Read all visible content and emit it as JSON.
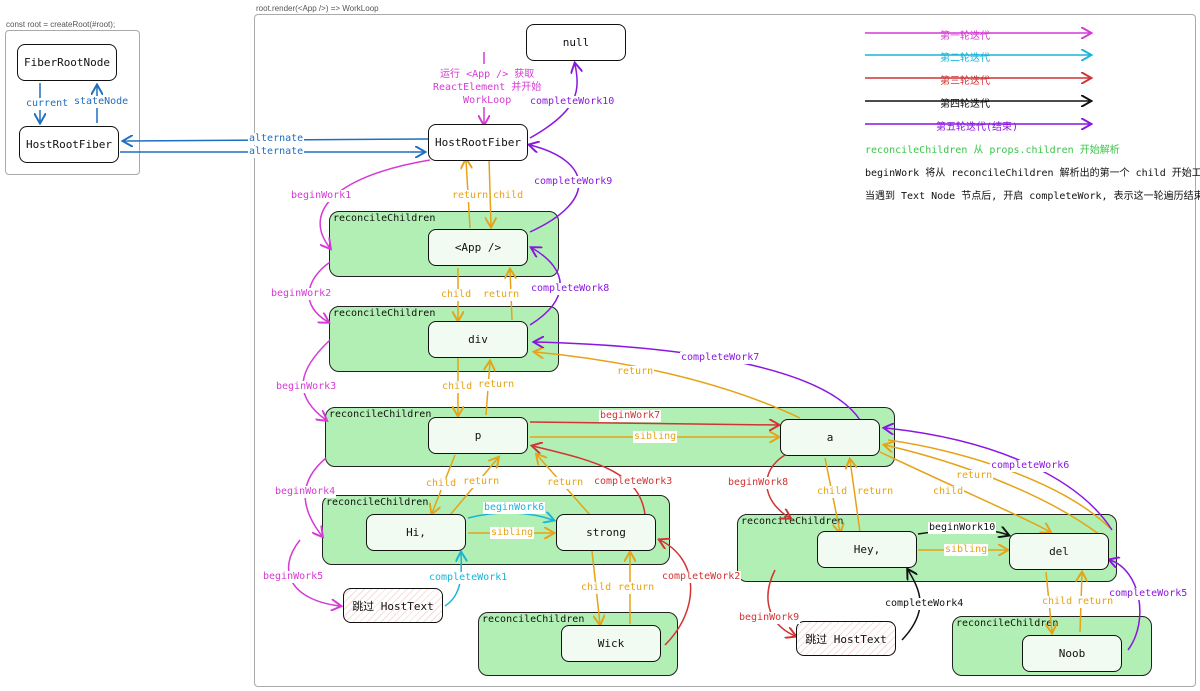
{
  "frames": {
    "left_label": "const root = createRoot(#root);",
    "right_label": "root.render(<App />) => WorkLoop"
  },
  "nodes": {
    "fiber_root_node": "FiberRootNode",
    "host_root_fiber_left": "HostRootFiber",
    "null_node": "null",
    "host_root_fiber": "HostRootFiber",
    "app": "<App />",
    "div": "div",
    "p": "p",
    "a": "a",
    "hi": "Hi,",
    "strong": "strong",
    "skip_1": "跳过 HostText",
    "wick": "Wick",
    "hey": "Hey,",
    "del": "del",
    "skip_2": "跳过 HostText",
    "noob": "Noob"
  },
  "reconcile_label": "reconcileChildren",
  "labels": {
    "current": "current",
    "state_node": "stateNode",
    "alternate_1": "alternate",
    "alternate_2": "alternate",
    "run_note": "运行 <App /> 获取\nReactElement 并开始\nWorkLoop",
    "begin_work_1": "beginWork1",
    "begin_work_2": "beginWork2",
    "begin_work_3": "beginWork3",
    "begin_work_4": "beginWork4",
    "begin_work_5": "beginWork5",
    "begin_work_6": "beginWork6",
    "begin_work_7": "beginWork7",
    "begin_work_8": "beginWork8",
    "begin_work_9": "beginWork9",
    "begin_work_10": "beginWork10",
    "complete_work_1": "completeWork1",
    "complete_work_2": "completeWork2",
    "complete_work_3": "completeWork3",
    "complete_work_4": "completeWork4",
    "complete_work_5": "completeWork5",
    "complete_work_6": "completeWork6",
    "complete_work_7": "completeWork7",
    "complete_work_8": "completeWork8",
    "complete_work_9": "completeWork9",
    "complete_work_10": "completeWork10",
    "child": "child",
    "return": "return",
    "sibling": "sibling"
  },
  "legend": {
    "round_1": "第一轮迭代",
    "round_2": "第二轮迭代",
    "round_3": "第三轮迭代",
    "round_4": "第四轮迭代",
    "round_5": "第五轮迭代(结束)",
    "note_1": "reconcileChildren 从 props.children 开始解析",
    "note_2": "beginWork 将从 reconcileChildren 解析出的第一个 child 开始工作",
    "note_3": "当遇到 Text Node 节点后, 开启 completeWork, 表示这一轮遍历结束"
  },
  "colors": {
    "round_1": "#d63ad6",
    "round_2": "#19b4d8",
    "round_3": "#d13434",
    "round_4": "#111111",
    "round_5": "#8a16e0",
    "child_return": "#e6a317",
    "link": "#1e6fbf",
    "reconcile_fill": "#b2efb4",
    "legend_note_1": "#3cc44a"
  }
}
